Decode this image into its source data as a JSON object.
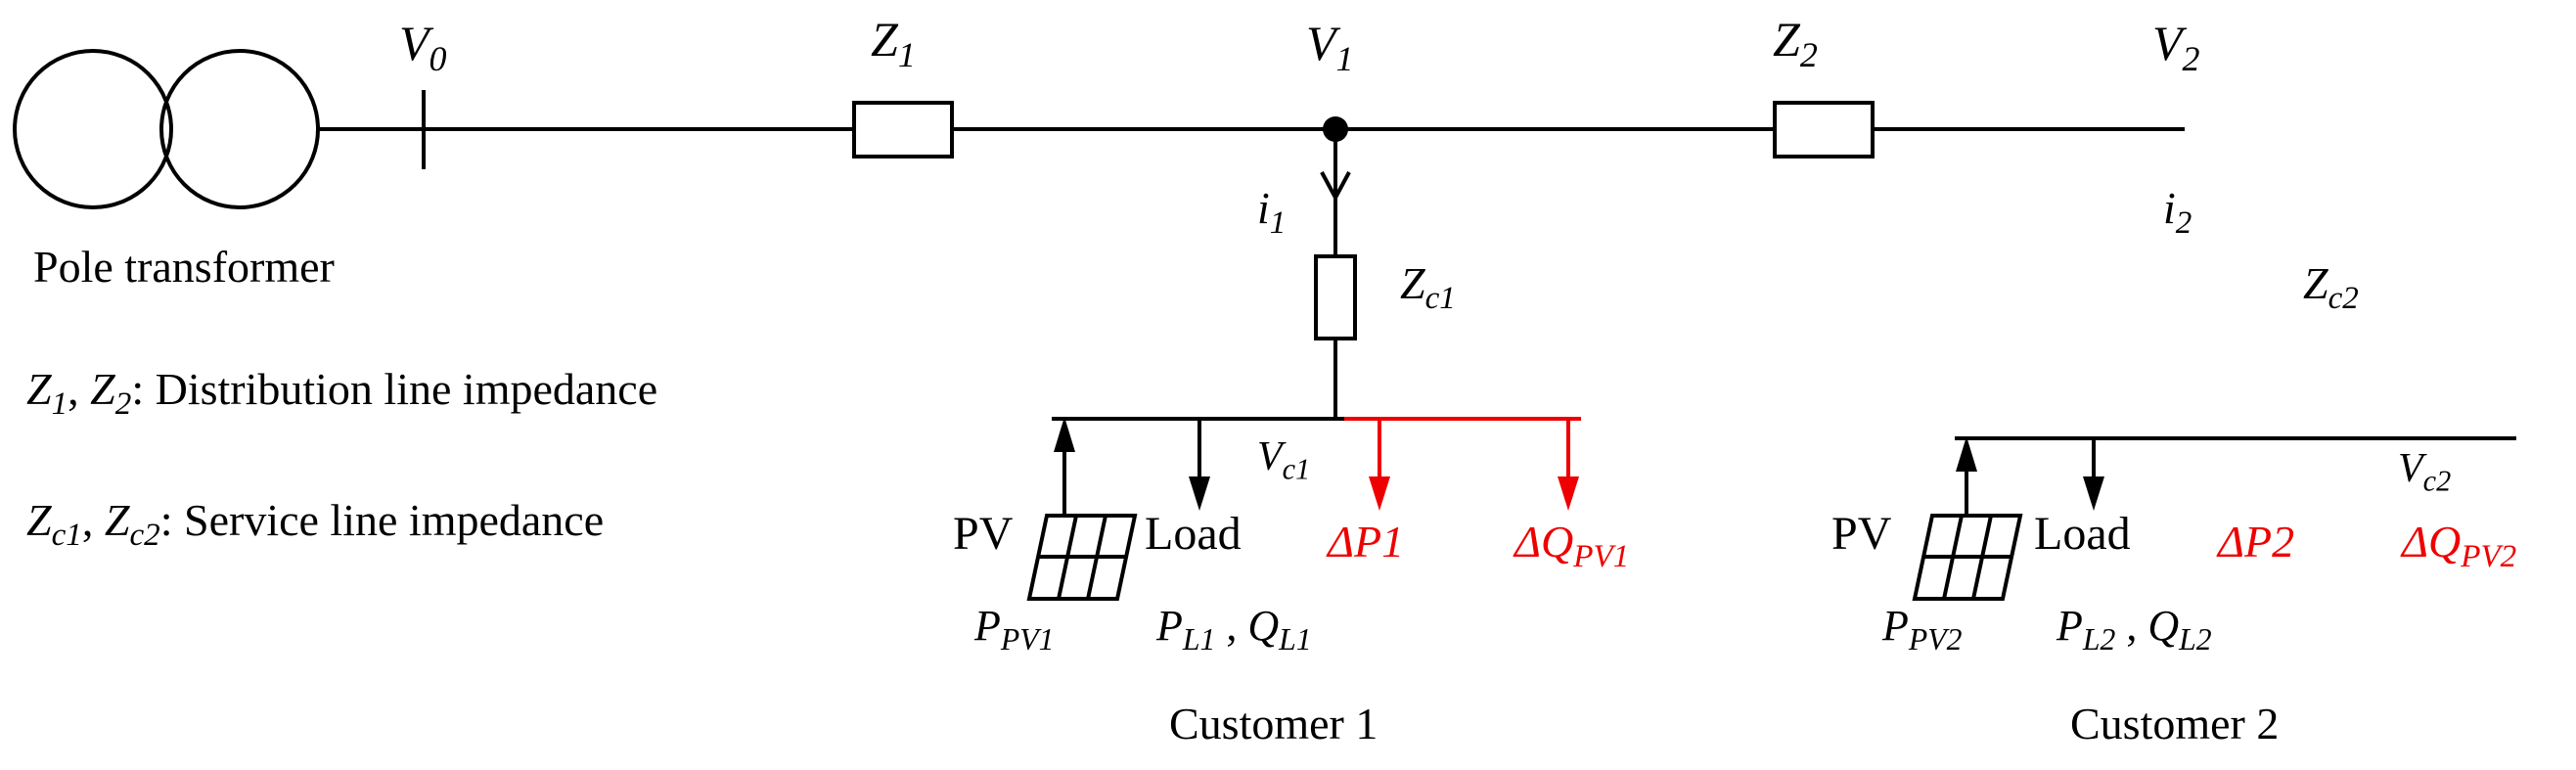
{
  "colors": {
    "line": "#000000",
    "highlight_red": "#ee0000",
    "background": "#ffffff"
  },
  "transformer_label": "Pole transformer",
  "labels": {
    "v0": {
      "m": "V",
      "s": "0"
    },
    "z1": {
      "m": "Z",
      "s": "1"
    },
    "v1": {
      "m": "V",
      "s": "1"
    },
    "z2": {
      "m": "Z",
      "s": "2"
    },
    "v2": {
      "m": "V",
      "s": "2"
    },
    "i1": {
      "m": "i",
      "s": "1"
    },
    "i2": {
      "m": "i",
      "s": "2"
    },
    "zc1": {
      "m": "Z",
      "s": "c1"
    },
    "zc2": {
      "m": "Z",
      "s": "c2"
    }
  },
  "legend": {
    "line1": {
      "a_m": "Z",
      "a_s": "1",
      "sep": ", ",
      "b_m": "Z",
      "b_s": "2",
      "rest": ": Distribution line impedance"
    },
    "line2": {
      "a_m": "Z",
      "a_s": "c1",
      "sep": ", ",
      "b_m": "Z",
      "b_s": "c2",
      "rest": ": Service line impedance"
    }
  },
  "customer1": {
    "pv_label": "PV",
    "load_label": "Load",
    "vc": {
      "m": "V",
      "s": "c1"
    },
    "delta_p": "ΔP1",
    "delta_q": {
      "m": "ΔQ",
      "s": "PV1"
    },
    "p_pv": {
      "m": "P",
      "s": "PV1"
    },
    "p_l": {
      "m": "P",
      "s": "L1"
    },
    "comma": " , ",
    "q_l": {
      "m": "Q",
      "s": "L1"
    },
    "title": "Customer 1"
  },
  "customer2": {
    "pv_label": "PV",
    "load_label": "Load",
    "vc": {
      "m": "V",
      "s": "c2"
    },
    "delta_p": "ΔP2",
    "delta_q": {
      "m": "ΔQ",
      "s": "PV2"
    },
    "p_pv": {
      "m": "P",
      "s": "PV2"
    },
    "p_l": {
      "m": "P",
      "s": "L2"
    },
    "comma": " , ",
    "q_l": {
      "m": "Q",
      "s": "L2"
    },
    "title": "Customer 2"
  }
}
